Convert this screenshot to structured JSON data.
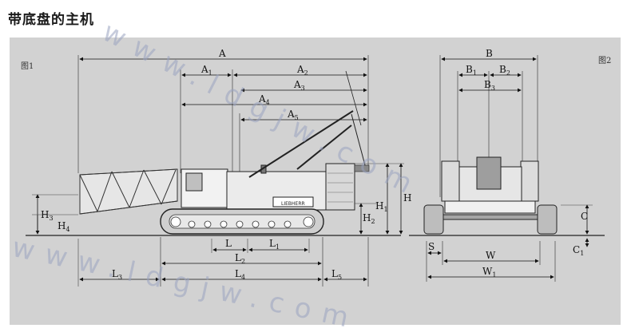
{
  "title": "带底盘的主机",
  "figures": {
    "fig1": "图1",
    "fig2": "图2"
  },
  "dimension_labels": {
    "A": "A",
    "A1": "A1",
    "A2": "A2",
    "A3": "A3",
    "A4": "A4",
    "A5": "A5",
    "H": "H",
    "H1": "H1",
    "H2": "H2",
    "H3": "H3",
    "H4": "H4",
    "L": "L",
    "L1": "L1",
    "L2": "L2",
    "L3": "L3",
    "L4": "L4",
    "L5": "L5",
    "B": "B",
    "B1": "B1",
    "B2": "B2",
    "B3": "B3",
    "C": "C",
    "C1": "C1",
    "S": "S",
    "W": "W",
    "W1": "W1"
  },
  "machine_nameplate": "LIEBHERR",
  "watermark": "www.ldgjw.com"
}
